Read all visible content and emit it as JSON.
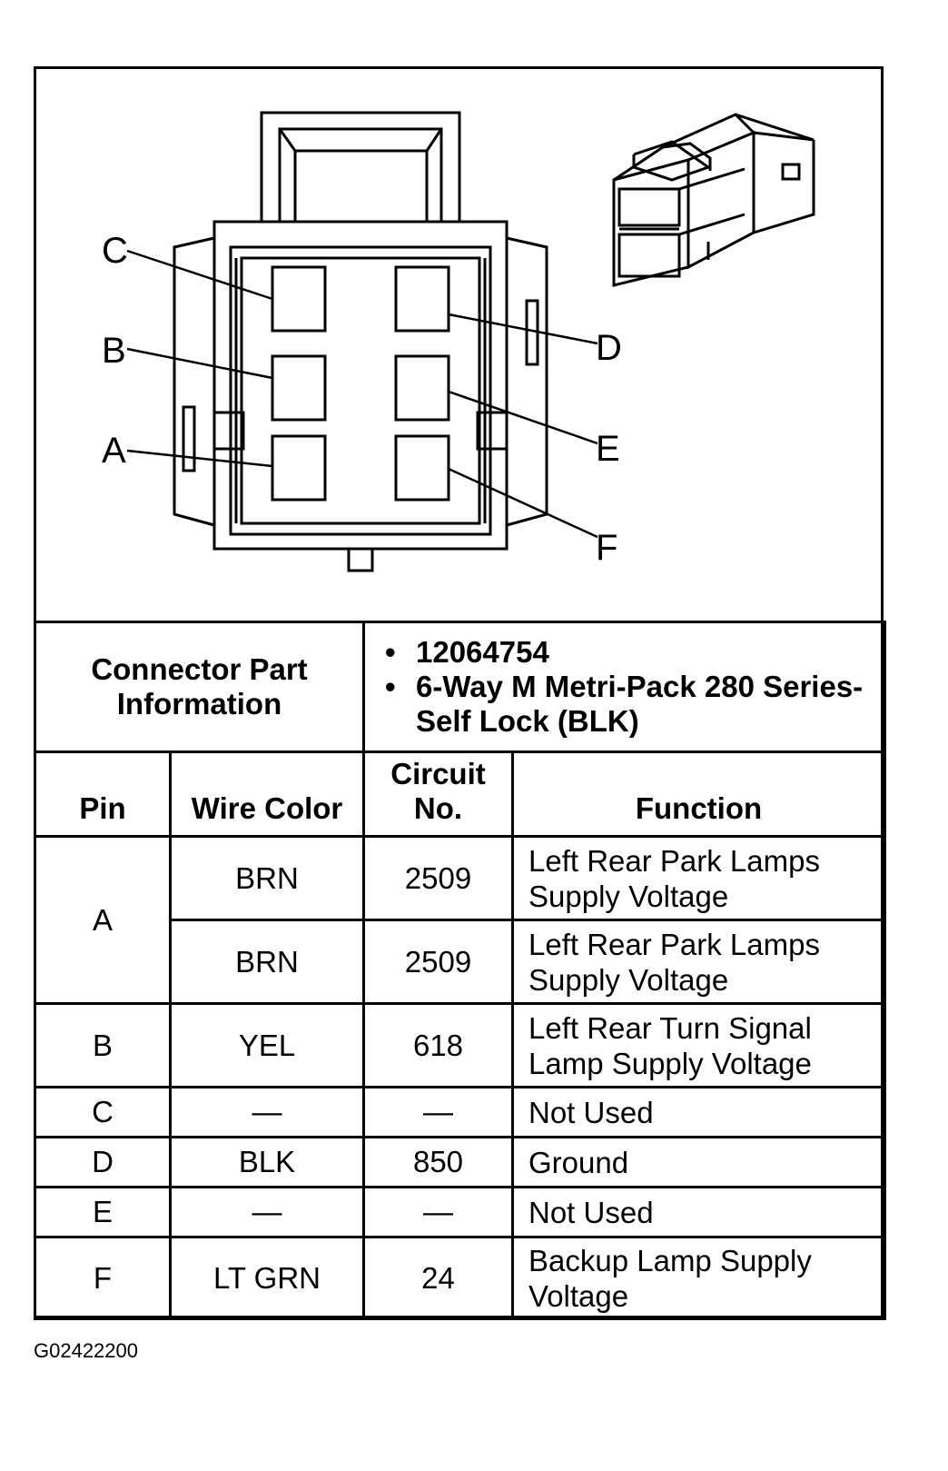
{
  "pin_labels": {
    "C": "C",
    "B": "B",
    "A": "A",
    "D": "D",
    "E": "E",
    "F": "F"
  },
  "part_info": {
    "label": "Connector Part Information",
    "bullets": [
      "12064754",
      "6-Way M Metri-Pack 280 Series- Self Lock (BLK)"
    ]
  },
  "headers": {
    "pin": "Pin",
    "wire_color": "Wire Color",
    "circuit_no": "Circuit No.",
    "function": "Function"
  },
  "rows": [
    {
      "pin": "A",
      "wire_color": "BRN",
      "circuit": "2509",
      "function": "Left Rear Park Lamps Supply Voltage"
    },
    {
      "pin": "",
      "wire_color": "BRN",
      "circuit": "2509",
      "function": "Left Rear Park Lamps Supply Voltage"
    },
    {
      "pin": "B",
      "wire_color": "YEL",
      "circuit": "618",
      "function": "Left Rear Turn Signal Lamp Supply Voltage"
    },
    {
      "pin": "C",
      "wire_color": "—",
      "circuit": "—",
      "function": "Not Used"
    },
    {
      "pin": "D",
      "wire_color": "BLK",
      "circuit": "850",
      "function": "Ground"
    },
    {
      "pin": "E",
      "wire_color": "—",
      "circuit": "—",
      "function": "Not Used"
    },
    {
      "pin": "F",
      "wire_color": "LT GRN",
      "circuit": "24",
      "function": "Backup Lamp Supply Voltage"
    }
  ],
  "figure_code": "G02422200"
}
